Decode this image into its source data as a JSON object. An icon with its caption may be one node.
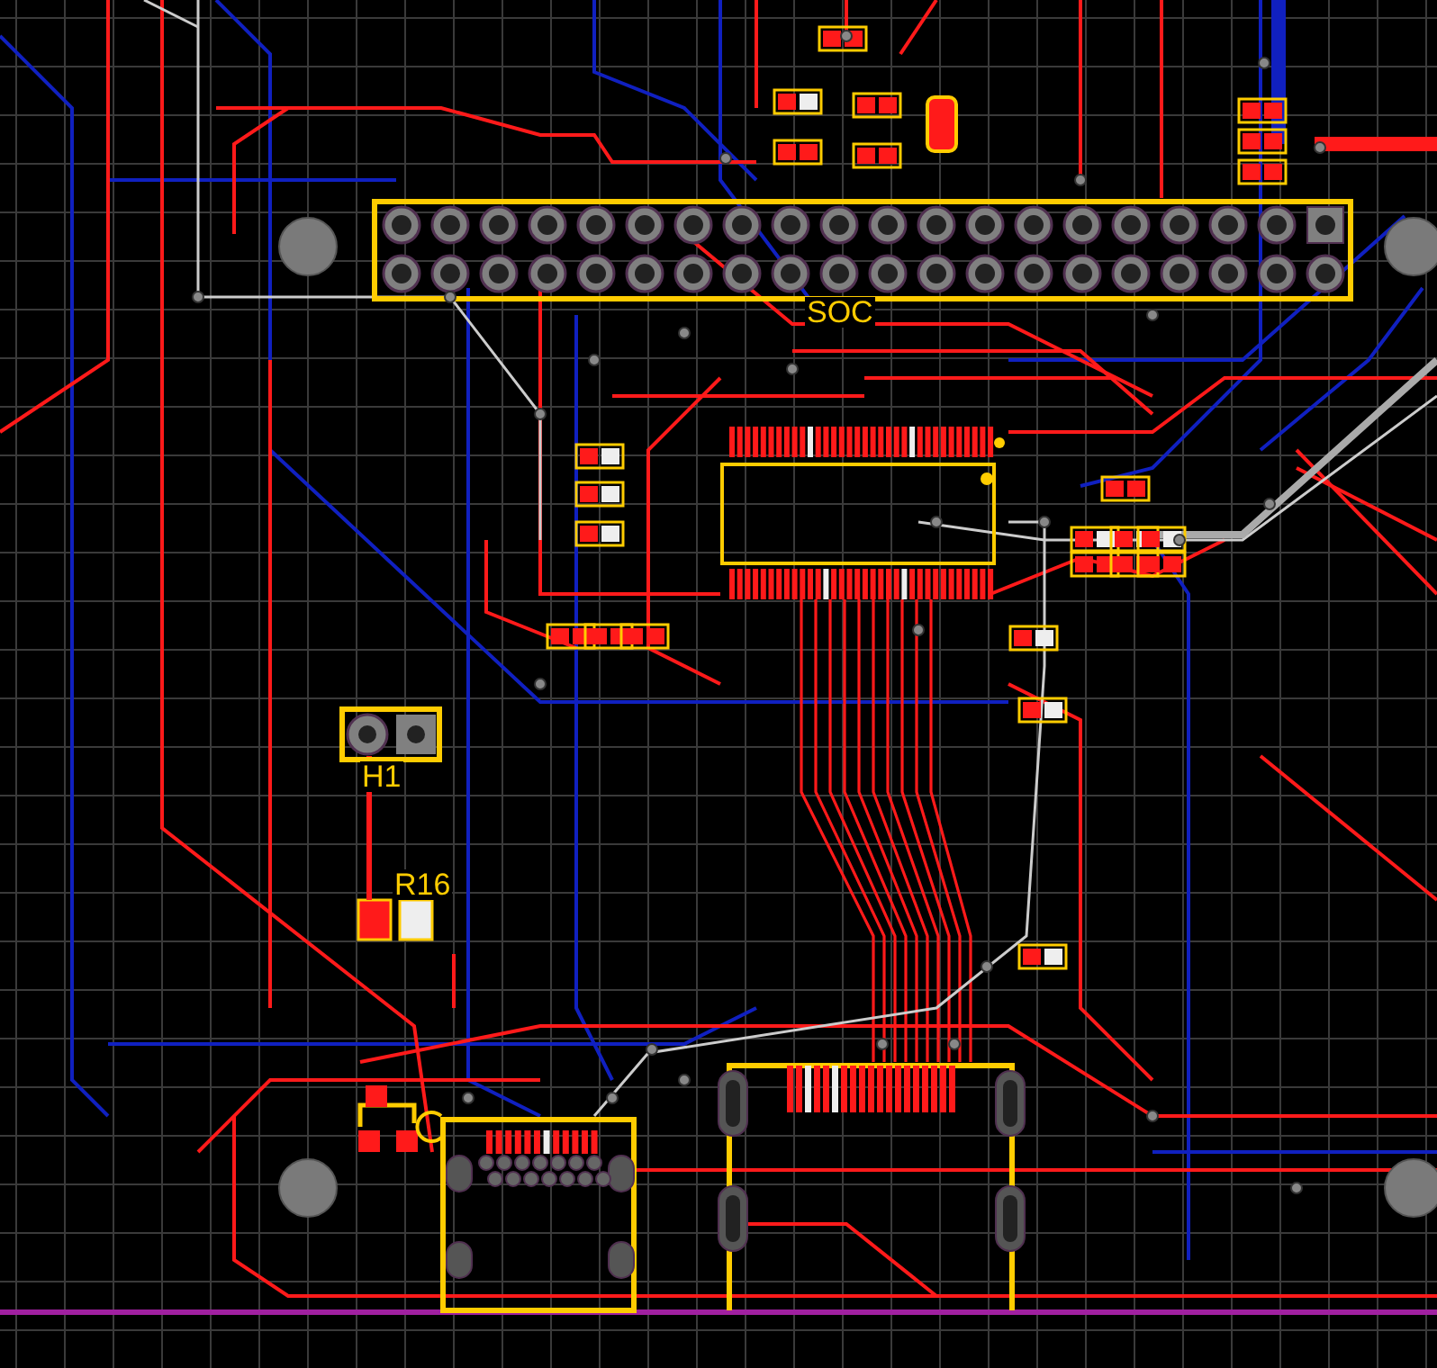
{
  "diagram": {
    "labels": [
      "SOC",
      "H1",
      "R16"
    ]
  }
}
